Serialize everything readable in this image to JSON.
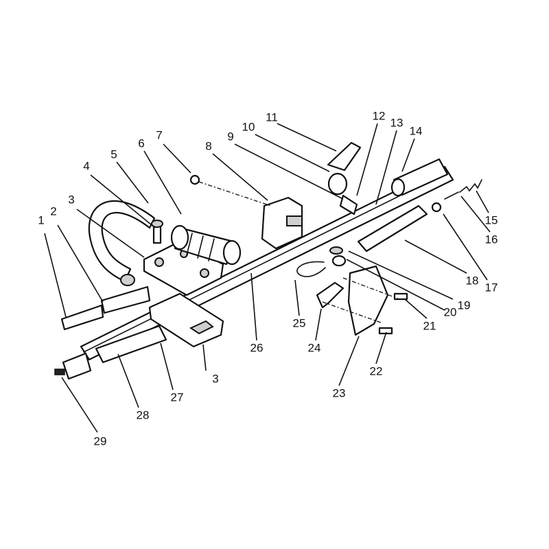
{
  "callouts": [
    "1",
    "2",
    "3",
    "3",
    "4",
    "5",
    "6",
    "7",
    "8",
    "9",
    "10",
    "11",
    "12",
    "13",
    "14",
    "15",
    "16",
    "17",
    "18",
    "19",
    "20",
    "21",
    "22",
    "23",
    "24",
    "25",
    "26",
    "27",
    "28",
    "29"
  ]
}
